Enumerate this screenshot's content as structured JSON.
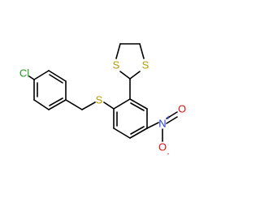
{
  "molecule": {
    "atoms": {
      "chlorine": "Cl",
      "sulfur_thioether": "S",
      "sulfur_dithiolane_left": "S",
      "sulfur_dithiolane_right": "S",
      "nitro_nitrogen": "N",
      "nitro_oxygen_top": "O",
      "nitro_oxygen_bottom": "O",
      "nitro_charge_n": "+",
      "nitro_charge_o": "-"
    },
    "colors": {
      "bond": "#000000",
      "chlorine": "#1fa01f",
      "sulfur": "#b89a00",
      "nitrogen": "#1f3fd6",
      "oxygen": "#e01010"
    }
  }
}
